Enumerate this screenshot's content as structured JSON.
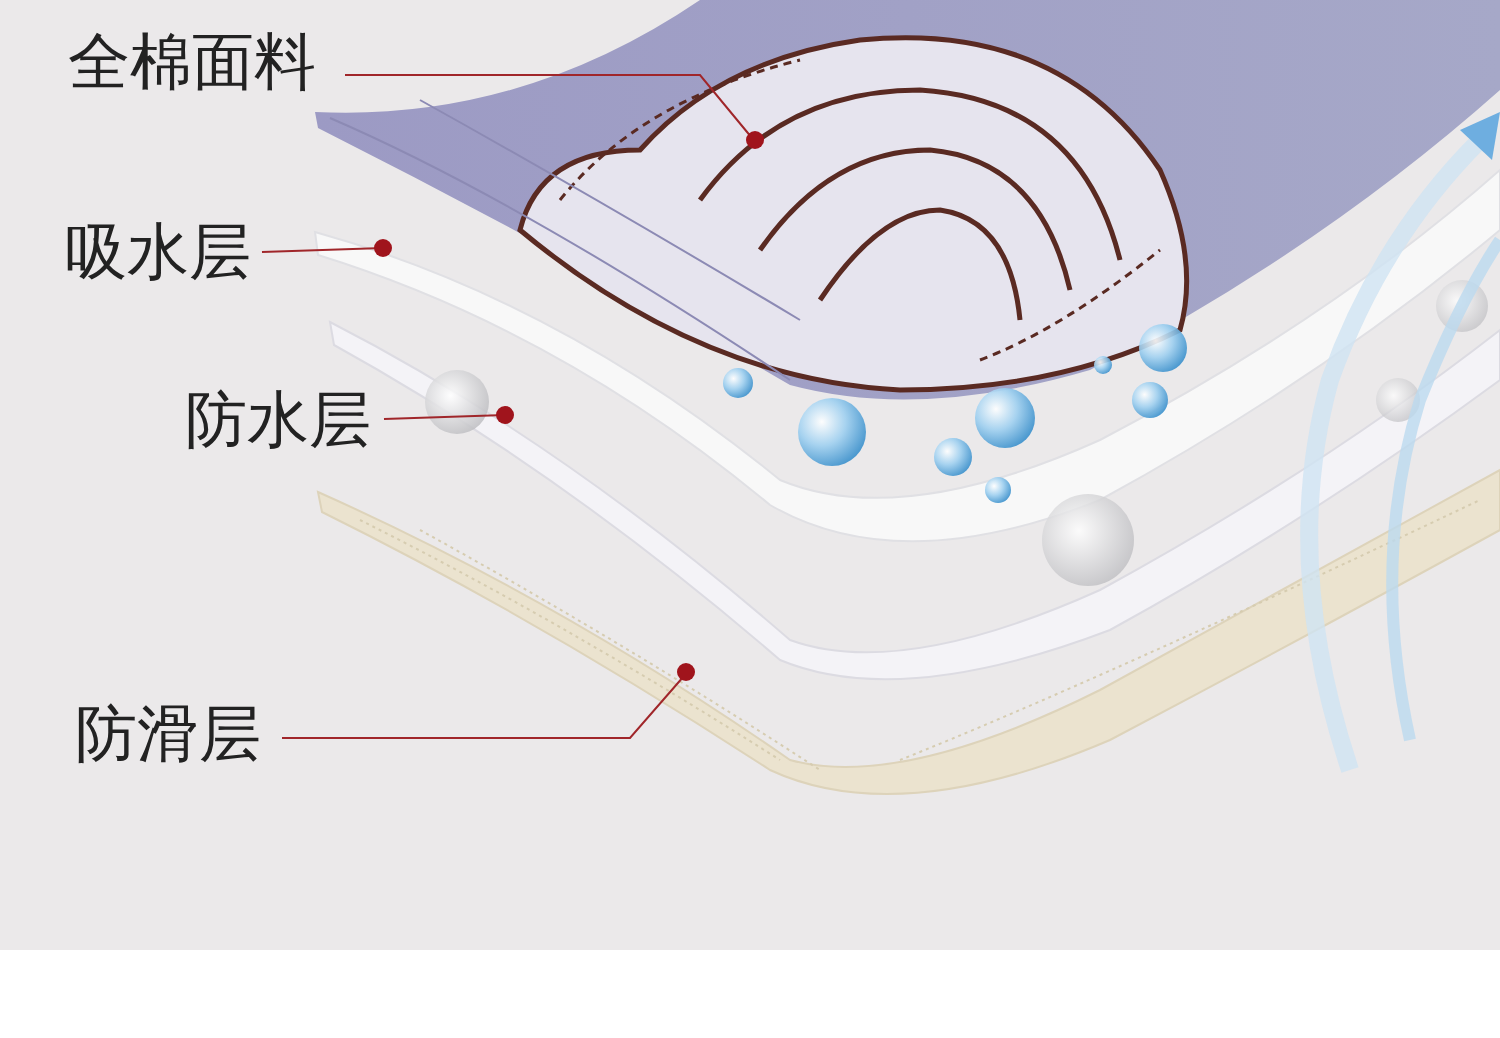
{
  "diagram": {
    "labels": [
      "全棉面料",
      "吸水层",
      "防水层",
      "防滑层"
    ]
  }
}
